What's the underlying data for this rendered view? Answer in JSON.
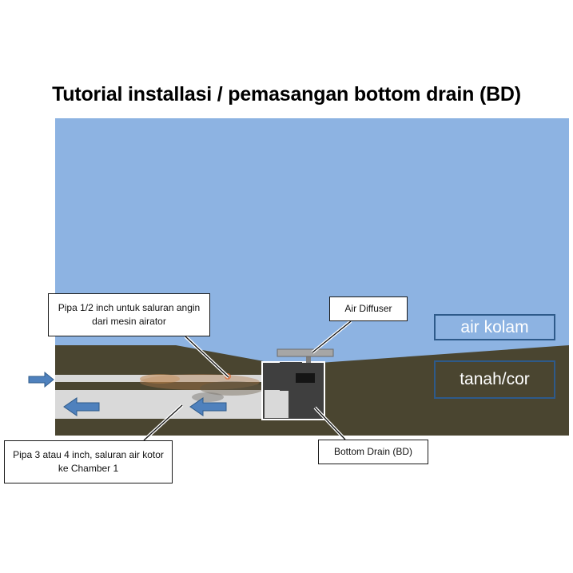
{
  "title": "Tutorial installasi / pemasangan bottom drain (BD)",
  "labels": {
    "pipe_small": "Pipa 1/2 inch untuk saluran angin dari mesin airator",
    "air_diffuser": "Air Diffuser",
    "pipe_large": "Pipa 3 atau 4 inch, saluran air kotor ke Chamber 1",
    "bottom_drain": "Bottom Drain (BD)",
    "water": "air kolam",
    "ground": "tanah/cor"
  },
  "colors": {
    "water": "#8db3e2",
    "ground": "#4a4530",
    "pipe": "#d9d9d9",
    "drain": "#3f3f3f",
    "arrow": "#4f81bd",
    "label_border": "#2e5a8a"
  }
}
